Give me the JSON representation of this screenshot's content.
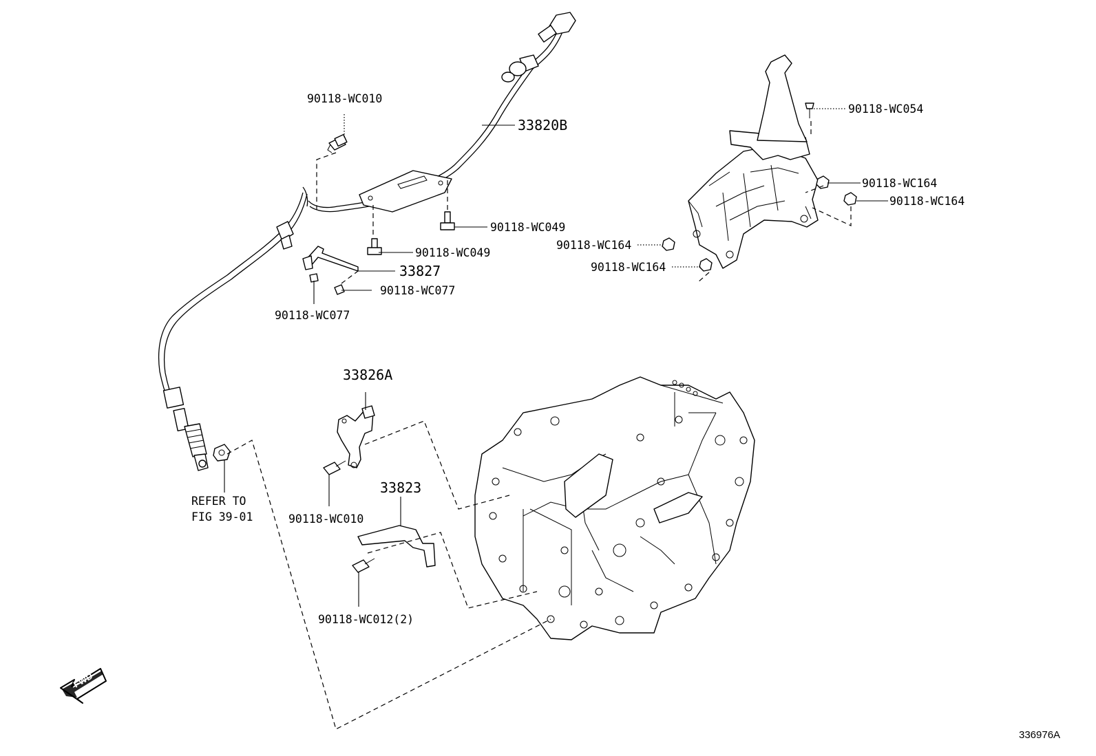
{
  "callouts": {
    "wc010_top": "90118-WC010",
    "cable_33820b": "33820B",
    "wc049_right": "90118-WC049",
    "wc049_left": "90118-WC049",
    "bracket_33827": "33827",
    "wc077_right": "90118-WC077",
    "wc077_left": "90118-WC077",
    "wc054": "90118-WC054",
    "wc164_a": "90118-WC164",
    "wc164_b": "90118-WC164",
    "wc164_c": "90118-WC164",
    "wc164_d": "90118-WC164",
    "bracket_33826a": "33826A",
    "wc010_mid": "90118-WC010",
    "bracket_33823": "33823",
    "wc012": "90118-WC012(2)"
  },
  "refer": {
    "line1": "REFER TO",
    "line2": "FIG 39-01"
  },
  "fwd_label": "FWD",
  "figure_id": "336976A"
}
